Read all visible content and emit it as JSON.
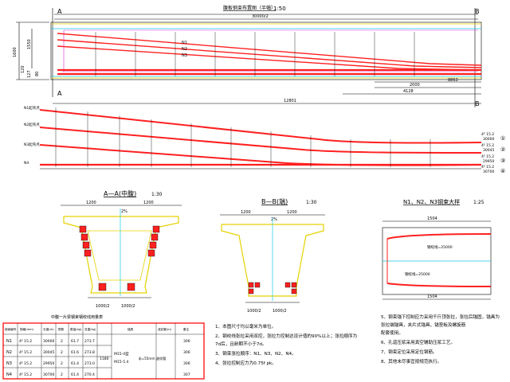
{
  "colors": {
    "tendon": "#ff2020",
    "concrete_outline": "#e6d200",
    "centerline": "#19c8e6",
    "dim_aux": "#e040e0",
    "table_border": "#ff2020"
  },
  "elevation": {
    "title": "腹板钢束布置图（半幅）",
    "scale": "1:50",
    "half_length": "30000/2",
    "section_a": "A",
    "section_b": "B",
    "left_dims": [
      "1600",
      "1550",
      "120",
      "127",
      "80"
    ],
    "tendon_labels": [
      "N1",
      "N2",
      "N3"
    ],
    "bottom_dims": [
      "8863",
      "2000",
      "4128",
      "12801"
    ]
  },
  "profiles": {
    "left_labels": [
      "N1起弯点",
      "N2起弯点",
      "N3起弯点",
      "N4"
    ],
    "right_labels": [
      {
        "id": "①",
        "spec": "4ᴱ 15.2",
        "len": "30000"
      },
      {
        "id": "②",
        "spec": "4ᴱ 15.2",
        "len": "30045"
      },
      {
        "id": "③",
        "spec": "4ᴱ 15.2",
        "len": "29950"
      },
      {
        "id": "④",
        "spec": "4ᴱ 15.2",
        "len": "30700"
      }
    ]
  },
  "section_aa": {
    "title": "A—A(中腹)",
    "scale": "1:30",
    "top_dims": [
      "1200",
      "1200"
    ],
    "slope": "2%",
    "bottom_dims": [
      "1000/2",
      "1000/2"
    ],
    "note": "中腹一片梁钢束钢绞线用量表"
  },
  "section_bb": {
    "title": "B—B(端)",
    "scale": "1:30",
    "top_dims": [
      "1200",
      "1200"
    ],
    "slope": "2%",
    "bottom_dims": [
      "1000/2",
      "1000/2"
    ]
  },
  "detail_n": {
    "title": "N1、N2、N3钢束大样",
    "scale": "1:25",
    "top_dim": "1504",
    "bottom_dim": "1504",
    "labels": [
      "钢绞线=25000",
      "钢绞线=25000"
    ]
  },
  "table": {
    "headers": [
      "钢束编号",
      "规格(mm)",
      "长度(m)",
      "根数",
      "数量(kg)",
      "总重(kg)",
      "锚具",
      "波纹管(m)",
      "备注"
    ],
    "rows": [
      [
        "N1",
        "4ᴱ 15.2",
        "30000",
        "2",
        "61.7",
        "273.7",
        "",
        "",
        "306"
      ],
      [
        "N2",
        "4ᴱ 15.2",
        "30045",
        "2",
        "61.6",
        "273.8",
        "",
        "",
        "306"
      ],
      [
        "N3",
        "4ᴱ 15.2",
        "29950",
        "2",
        "61.4",
        "273.0",
        "",
        "",
        "306"
      ],
      [
        "N4",
        "4ᴱ 15.2",
        "30700",
        "2",
        "61.4",
        "270.4",
        "",
        "",
        "307"
      ]
    ],
    "merged_total": "1180",
    "anchor_note_1": "M15-4型",
    "anchor_note_2": "M15-5.4",
    "duct_note": "ф=55mm 波纹管"
  },
  "notes_left": [
    "1、本图尺寸均以毫米为单位。",
    "2、钢绞线张拉采用双控，张拉力控制达设计值的90%以上；张拉顺序为",
    "7d后，且龄期不小于7d。",
    "3、钢束张拉顺序：N1、N3、N2、N4。",
    "4、张拉控制应力为0.75f pk。"
  ],
  "notes_right": [
    "5、钢束锚下控制应力采用千斤顶张拉，张拉后锚固，锚具为",
    "张拉端锚具，夹片式锚具，锚垫板及螺旋筋",
    "配套使用。",
    "6、孔道压浆采用真空辅助压浆工艺。",
    "7、钢束定位采用定位钢筋。",
    "8、其他未尽事宜按规范执行。"
  ]
}
